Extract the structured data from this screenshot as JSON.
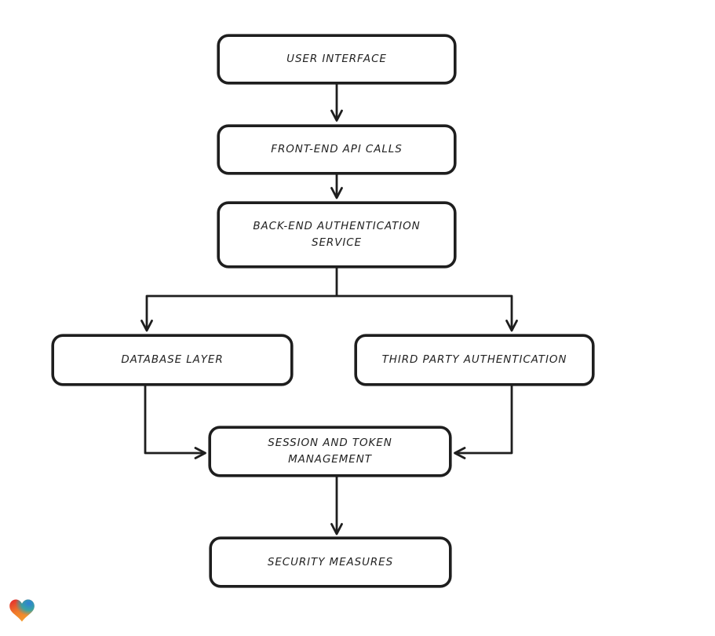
{
  "diagram": {
    "nodes": [
      {
        "id": "user-interface",
        "label": "USER INTERFACE"
      },
      {
        "id": "front-end-api-calls",
        "label": "FRONT-END API CALLS"
      },
      {
        "id": "back-end-authentication-service",
        "label": "BACK-END AUTHENTICATION\nSERVICE"
      },
      {
        "id": "database-layer",
        "label": "DATABASE LAYER"
      },
      {
        "id": "third-party-authentication",
        "label": "THIRD PARTY AUTHENTICATION"
      },
      {
        "id": "session-and-token-management",
        "label": "SESSION AND TOKEN\nMANAGEMENT"
      },
      {
        "id": "security-measures",
        "label": "SECURITY MEASURES"
      }
    ],
    "edges": [
      {
        "from": "user-interface",
        "to": "front-end-api-calls"
      },
      {
        "from": "front-end-api-calls",
        "to": "back-end-authentication-service"
      },
      {
        "from": "back-end-authentication-service",
        "to": "database-layer"
      },
      {
        "from": "back-end-authentication-service",
        "to": "third-party-authentication"
      },
      {
        "from": "database-layer",
        "to": "session-and-token-management"
      },
      {
        "from": "third-party-authentication",
        "to": "session-and-token-management"
      },
      {
        "from": "session-and-token-management",
        "to": "security-measures"
      }
    ],
    "colors": {
      "ink": "#1e1e1e",
      "background": "#ffffff",
      "heart_red": "#e3262e",
      "heart_blue": "#2e7fd6",
      "heart_teal": "#18a9b8",
      "heart_orange": "#f59d2d"
    }
  }
}
